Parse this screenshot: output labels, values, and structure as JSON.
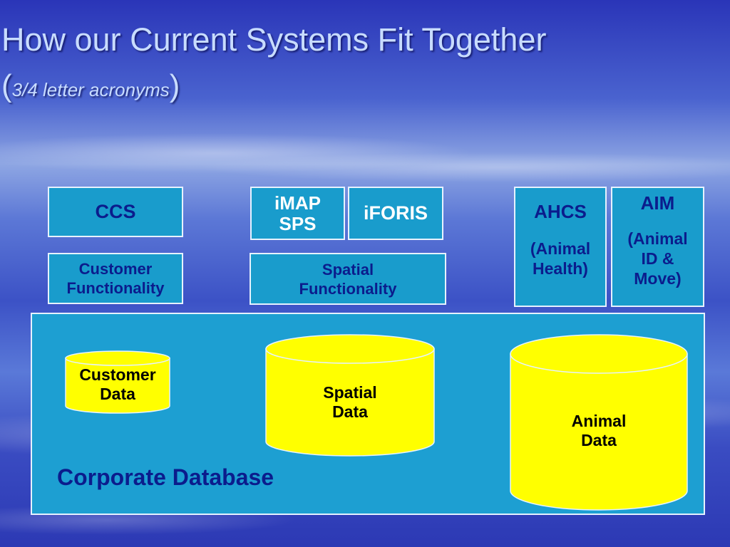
{
  "title": {
    "line1": "How our Current Systems Fit Together",
    "open_paren": "(",
    "subtitle": "3/4 letter acronyms",
    "close_paren": ")"
  },
  "systems": {
    "ccs": "CCS",
    "imap_line1": "iMAP",
    "imap_line2": "SPS",
    "iforis": "iFORIS",
    "ahcs": "AHCS",
    "ahcs_desc_line1": "(Animal",
    "ahcs_desc_line2": "Health)",
    "aim": "AIM",
    "aim_desc_line1": "(Animal",
    "aim_desc_line2": "ID &",
    "aim_desc_line3": "Move)"
  },
  "functionality": {
    "customer_line1": "Customer",
    "customer_line2": "Functionality",
    "spatial_line1": "Spatial",
    "spatial_line2": "Functionality"
  },
  "database": {
    "label": "Corporate Database",
    "customer_line1": "Customer",
    "customer_line2": "Data",
    "spatial_line1": "Spatial",
    "spatial_line2": "Data",
    "animal_line1": "Animal",
    "animal_line2": "Data"
  },
  "colors": {
    "box_fill": "#199ccc",
    "box_border": "#e6f2ff",
    "cylinder_fill": "#ffff00",
    "label_navy": "#0b1c8c"
  }
}
